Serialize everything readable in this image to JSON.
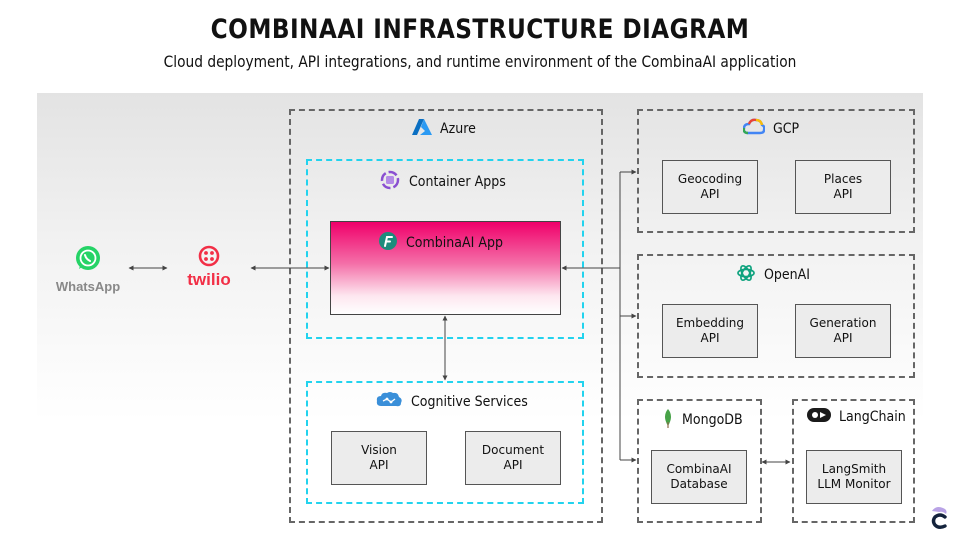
{
  "header": {
    "title": "COMBINAAI INFRASTRUCTURE DIAGRAM",
    "subtitle": "Cloud deployment, API integrations, and runtime environment of the CombinaAI application"
  },
  "nodes": {
    "whatsapp": "WhatsApp",
    "twilio": "twilio",
    "azure": "Azure",
    "container_apps": "Container Apps",
    "combinaai_app": "CombinaAI App",
    "cognitive_services": "Cognitive Services",
    "vision_api": [
      "Vision",
      "API"
    ],
    "document_api": [
      "Document",
      "API"
    ],
    "gcp": "GCP",
    "geocoding_api": [
      "Geocoding",
      "API"
    ],
    "places_api": [
      "Places",
      "API"
    ],
    "openai": "OpenAI",
    "embedding_api": [
      "Embedding",
      "API"
    ],
    "generation_api": [
      "Generation",
      "API"
    ],
    "mongodb": "MongoDB",
    "combinaai_database": [
      "CombinaAI",
      "Database"
    ],
    "langchain": "LangChain",
    "langsmith": [
      "LangSmith",
      "LLM Monitor"
    ]
  },
  "colors": {
    "whatsapp_green": "#25d366",
    "twilio_red": "#f22f46",
    "azure_blue": "#0078d4",
    "app_pink": "#f0006a",
    "cyan_dash": "#22d3ee",
    "mongodb_green": "#47a248"
  },
  "icons": {
    "azure": "azure-logo-icon",
    "container_apps": "container-apps-icon",
    "combinaai_app": "function-app-icon",
    "cognitive_services": "cognitive-brain-icon",
    "gcp": "google-cloud-icon",
    "openai": "openai-logo-icon",
    "mongodb": "mongodb-leaf-icon",
    "langchain": "langchain-parrot-icon",
    "corner": "combinaai-corner-logo-icon"
  }
}
